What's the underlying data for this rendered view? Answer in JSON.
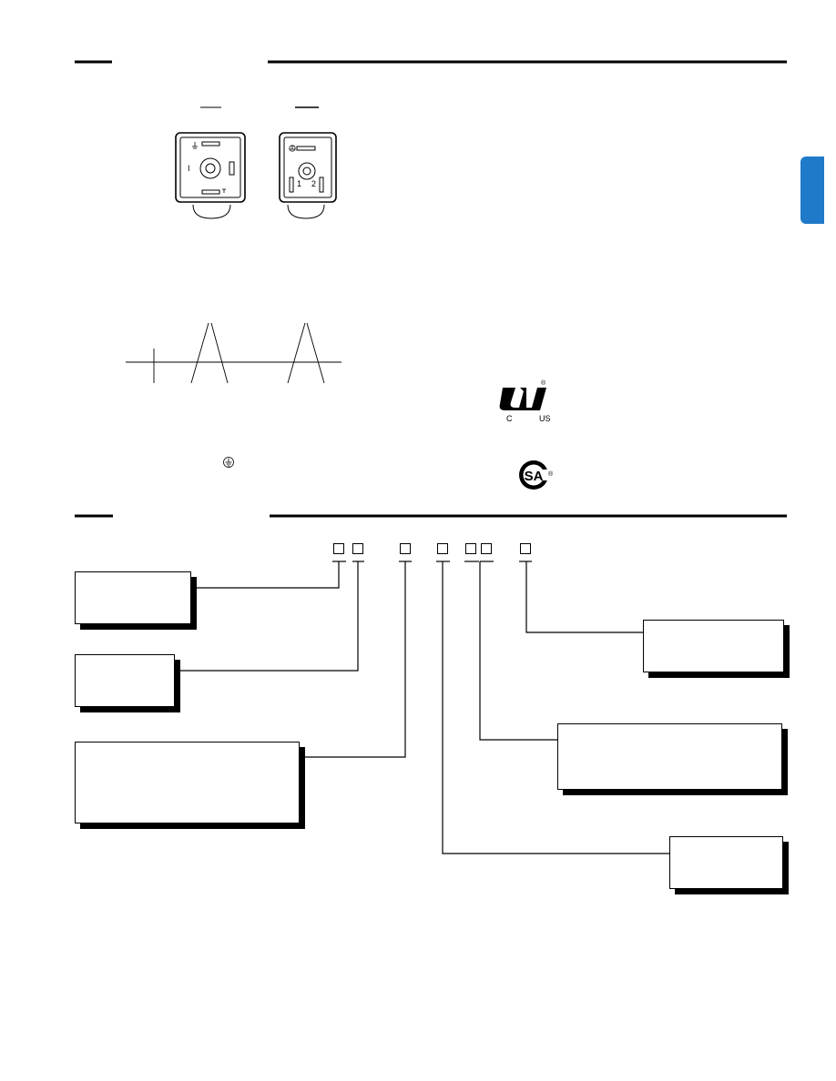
{
  "connectors": {
    "left": {
      "pin_label": "I"
    },
    "right": {
      "pin1": "1",
      "pin2": "2"
    }
  },
  "logos": {
    "ul": {
      "left": "C",
      "right": "US",
      "mark": "®"
    },
    "csa": {
      "mark": "®"
    }
  },
  "colors": {
    "tab": "#1f7ac9",
    "ink": "#000000"
  }
}
